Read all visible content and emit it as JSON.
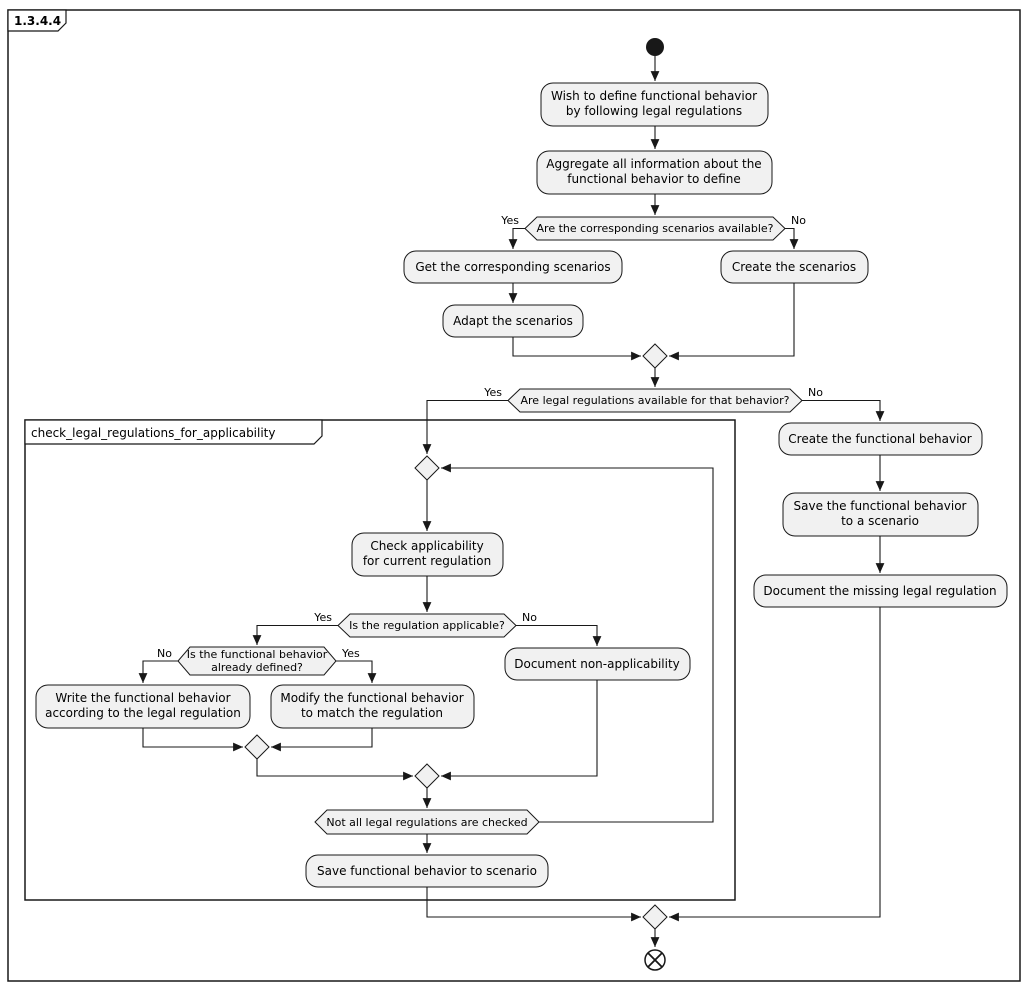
{
  "frame": {
    "label": "1.3.4.4"
  },
  "partition": {
    "label": "check_legal_regulations_for_applicability"
  },
  "guards": {
    "yes": "Yes",
    "no": "No"
  },
  "nodes": {
    "wish": {
      "lines": [
        "Wish to define functional behavior",
        "by following legal regulations"
      ]
    },
    "aggregate": {
      "lines": [
        "Aggregate all information about the",
        "functional behavior to define"
      ]
    },
    "scenarios_available": {
      "label": "Are the corresponding scenarios available?"
    },
    "get_scenarios": {
      "label": "Get the corresponding scenarios"
    },
    "create_scenarios": {
      "label": "Create the scenarios"
    },
    "adapt_scenarios": {
      "label": "Adapt the scenarios"
    },
    "legal_available": {
      "label": "Are legal regulations available for that behavior?"
    },
    "create_functional": {
      "label": "Create the functional behavior"
    },
    "save_functional": {
      "lines": [
        "Save the functional behavior",
        "to a scenario"
      ]
    },
    "document_missing": {
      "label": "Document the missing legal regulation"
    },
    "check_applicability": {
      "lines": [
        "Check applicability",
        "for current regulation"
      ]
    },
    "regulation_applicable": {
      "label": "Is the regulation applicable?"
    },
    "behavior_defined": {
      "lines": [
        "Is the functional behavior",
        "already defined?"
      ]
    },
    "write_behavior": {
      "lines": [
        "Write the functional behavior",
        "according to the legal regulation"
      ]
    },
    "modify_behavior": {
      "lines": [
        "Modify the functional behavior",
        "to match the regulation"
      ]
    },
    "document_nonapplicability": {
      "label": "Document non-applicability"
    },
    "not_all_checked": {
      "label": "Not all legal regulations are checked"
    },
    "save_to_scenario": {
      "label": "Save functional behavior to scenario"
    }
  },
  "colors": {
    "background": "#FFFFFF",
    "node_fill": "#F1F1F1",
    "node_border": "#181818",
    "edge": "#181818",
    "text": "#000000"
  }
}
